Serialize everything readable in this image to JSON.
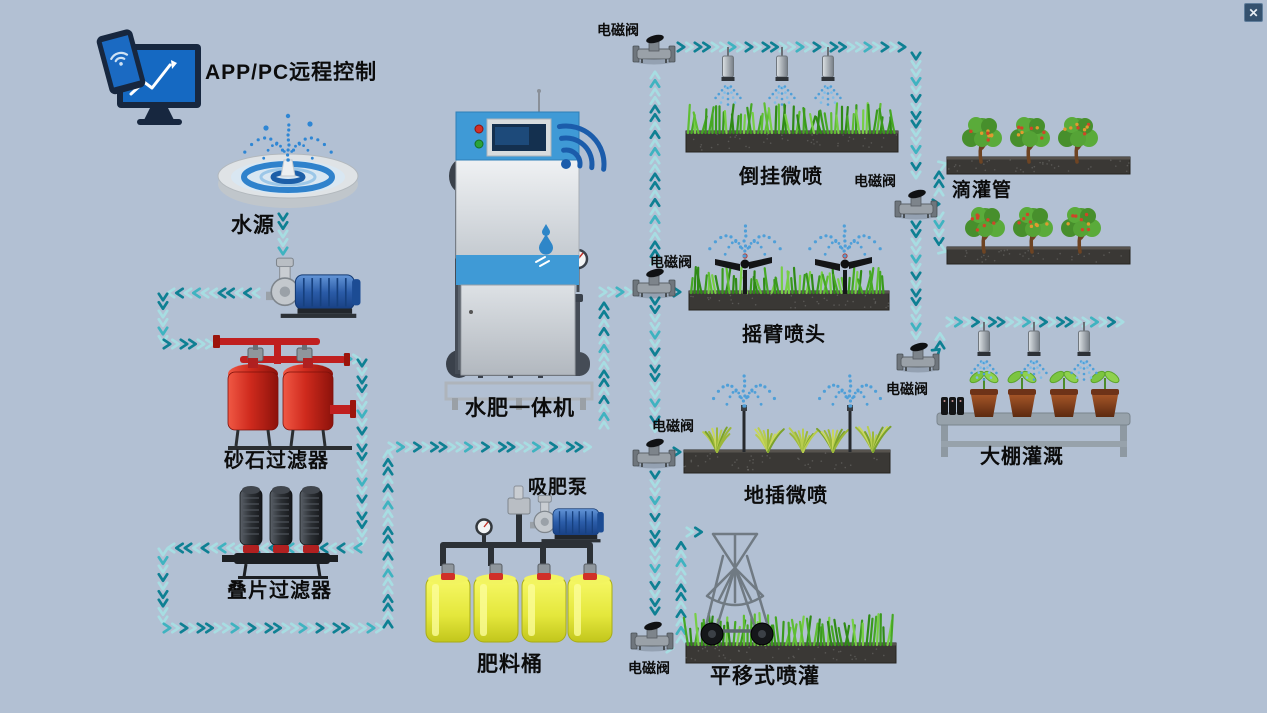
{
  "window": {
    "close_glyph": "✕"
  },
  "colors": {
    "background": "#b2c0d3",
    "chevron_dark": "#0e8093",
    "chevron_mid": "#3fb3c0",
    "chevron_light": "#a7dde2",
    "label_text": "#0c0c0c",
    "machine_blue": "#3f9ad6",
    "pump_blue": "#2b5ca8",
    "filter_red": "#cf2a1d",
    "barrel_yellow": "#eef052",
    "grass_green": "#4ea52a",
    "soil_dark": "#3a3835",
    "water_blue": "#2e86d4",
    "wifi_blue": "#1b5cab"
  },
  "header": {
    "remote_control_label": "APP/PC远程控制"
  },
  "components": {
    "water_source_label": "水源",
    "sand_filter_label": "砂石过滤器",
    "disc_filter_label": "叠片过滤器",
    "machine_label": "水肥一体机",
    "suction_pump_label": "吸肥泵",
    "fertilizer_barrel_label": "肥料桶",
    "solenoid_valve_label": "电磁阀"
  },
  "zones": {
    "inverted_micro_spray_label": "倒挂微喷",
    "rocker_sprinkler_label": "摇臂喷头",
    "ground_micro_spray_label": "地插微喷",
    "lateral_move_label": "平移式喷灌",
    "drip_pipe_label": "滴灌管",
    "greenhouse_label": "大棚灌溉"
  }
}
